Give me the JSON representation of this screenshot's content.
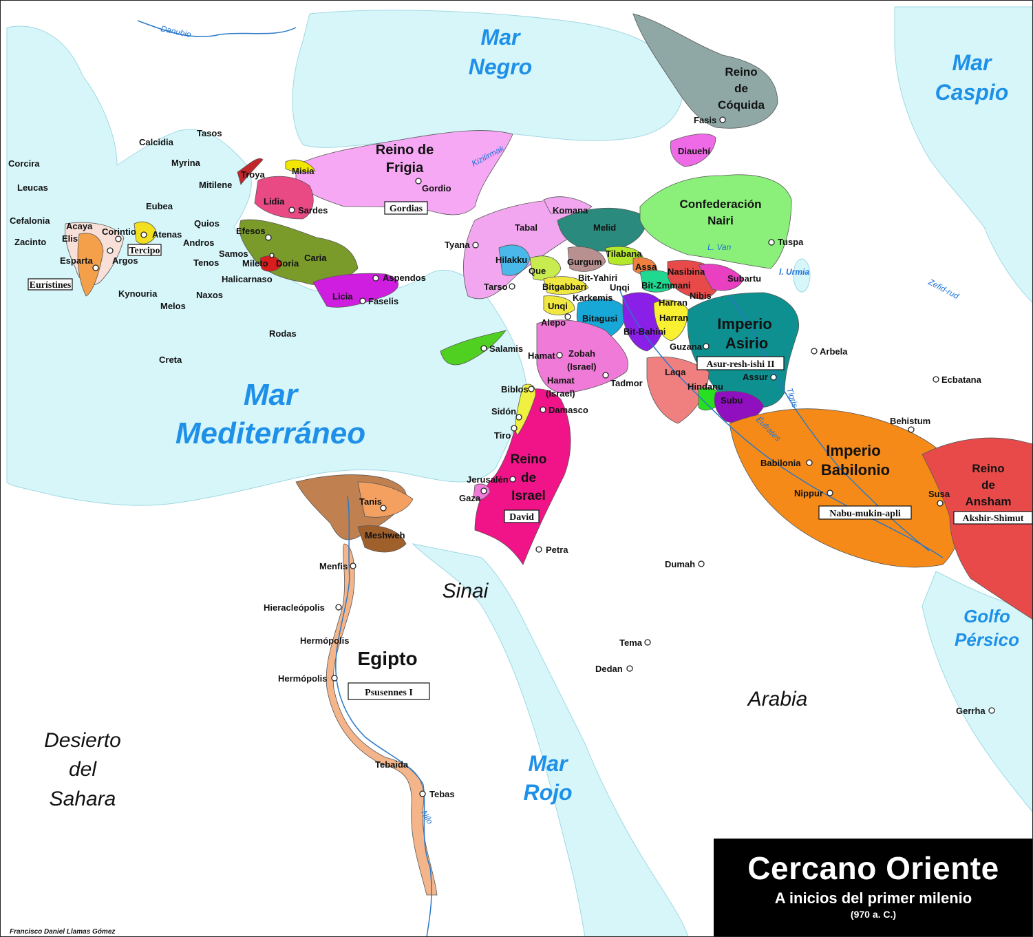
{
  "seas": {
    "negro": [
      "Mar",
      "Negro"
    ],
    "caspio": [
      "Mar",
      "Caspio"
    ],
    "mediterraneo": [
      "Mar",
      "Mediterráneo"
    ],
    "rojo": [
      "Mar",
      "Rojo"
    ],
    "persico": [
      "Golfo",
      "Pérsico"
    ]
  },
  "regions": {
    "sinai": "Sinai",
    "arabia": "Arabia",
    "sahara": [
      "Desierto",
      "del",
      "Sahara"
    ]
  },
  "rivers": {
    "danubio": "Danubio",
    "kizilirmak": "Kizilirmak",
    "tigris": "Tigris",
    "eufrates": "Éufrates",
    "nilo": "Nilo",
    "zefid": "Zefid-rud",
    "lvan": "L. Van",
    "urmia": "l. Urmia"
  },
  "kingdoms": {
    "coquida": [
      "Reino",
      "de",
      "Cóquida"
    ],
    "frigia": [
      "Reino de",
      "Frigia"
    ],
    "nairi": [
      "Confederación",
      "Nairi"
    ],
    "asirio": [
      "Imperio",
      "Asirio"
    ],
    "babilonio": [
      "Imperio",
      "Babilonio"
    ],
    "ansham": [
      "Reino",
      "de",
      "Ansham"
    ],
    "israel": [
      "Reino",
      "de",
      "Israel"
    ],
    "egipto": "Egipto"
  },
  "states": {
    "troya": "Troya",
    "misia": "Misia",
    "lidia": "Lidia",
    "caria": "Caria",
    "licia": "Licia",
    "tabal": "Tabal",
    "komana": "Komana",
    "melid": "Melid",
    "hilakku": "Hilakku",
    "que": "Que",
    "gurgum": "Gurgum",
    "tilabana": "Tilabana",
    "assa": "Assa",
    "bitgabbari": "Bitgabbari",
    "bityahiri": "Bit-Yahiri",
    "unqi1": "Unqi",
    "unqi2": "Unqi",
    "karkemis": "Karkemis",
    "bitzmmani": "Bit-Zmmani",
    "nasibina": "Nasibina",
    "subartu": "Subartu",
    "nibis": "Nibis",
    "harran1": "Harran",
    "harran2": "Harran",
    "bitagusi": "Bitagusi",
    "bitbahini": "Bit-Bahini",
    "guzana": "Guzana",
    "zobah": [
      "Zobah",
      "(Israel)"
    ],
    "hamat2": [
      "Hamat",
      "(Israel)"
    ],
    "laqa": "Laqa",
    "hindanu": "Hindanu",
    "subu": "Subu",
    "diauehi": "Diauehí",
    "meshweh": "Meshweh"
  },
  "cities": {
    "fasis": "Fasis",
    "gordio": "Gordio",
    "sardes": "Sardes",
    "efesos": "Efesos",
    "mileto": "Mileto",
    "doria": "Doria",
    "halicarnaso": "Halicarnaso",
    "aspendos": "Aspendos",
    "faselis": "Faselis",
    "tyana": "Tyana",
    "tarso": "Tarso",
    "tuspa": "Tuspa",
    "alepo": "Alepo",
    "salamis": "Salamis",
    "hamat": "Hamat",
    "tadmor": "Tadmor",
    "assur": "Assur",
    "arbela": "Arbela",
    "ecbatana": "Ecbatana",
    "biblos": "Biblos",
    "sidon": "Sidón",
    "tiro": "Tiro",
    "damasco": "Damasco",
    "jerusalen": "Jerusalén",
    "gaza": "Gaza",
    "petra": "Petra",
    "behistum": "Behistum",
    "babilonia": "Babilonia",
    "nippur": "Nippur",
    "susa": "Susa",
    "dumah": "Dumah",
    "tema": "Tema",
    "dedan": "Dedan",
    "gerrha": "Gerrha",
    "tanis": "Tanis",
    "menfis": "Menfis",
    "hieracleopolis": "Hieracleópolis",
    "hermopolis1": "Hermópolis",
    "hermopolis2": "Hermópolis",
    "tebaida": "Tebaida",
    "tebas": "Tebas"
  },
  "greece": {
    "tasos": "Tasos",
    "calcidia": "Calcidia",
    "myrina": "Myrina",
    "corcira": "Corcira",
    "leucas": "Leucas",
    "mitilene": "Mitilene",
    "eubea": "Eubea",
    "cefalonia": "Cefalonia",
    "acaya": "Acaya",
    "corintio": "Corintio",
    "atenas": "Atenas",
    "quios": "Quios",
    "zacinto": "Zacinto",
    "elis": "Elis",
    "andros": "Andros",
    "samos": "Samos",
    "esparta": "Esparta",
    "argos": "Argos",
    "tenos": "Tenos",
    "kynouria": "Kynouria",
    "naxos": "Naxos",
    "melos": "Melos",
    "rodas": "Rodas",
    "creta": "Creta"
  },
  "rulers": {
    "gordias": "Gordias",
    "tercipo": "Tercipo",
    "euristines": "Eurístines",
    "asurreshishi": "Asur-resh-ishi II",
    "david": "David",
    "nabu": "Nabu-mukin-apli",
    "akshir": "Akshir-Shimut",
    "psusennes": "Psusennes I"
  },
  "title": {
    "main": "Cercano Oriente",
    "sub": "A inicios del primer milenio",
    "date": "(970 a. C.)"
  },
  "credit": "Francisco Daniel Llamas Gómez",
  "colors": {
    "water": "#d6f6fa",
    "land": "#ffffff",
    "sea_text": "#1e90e8",
    "river": "#2a78c8"
  }
}
